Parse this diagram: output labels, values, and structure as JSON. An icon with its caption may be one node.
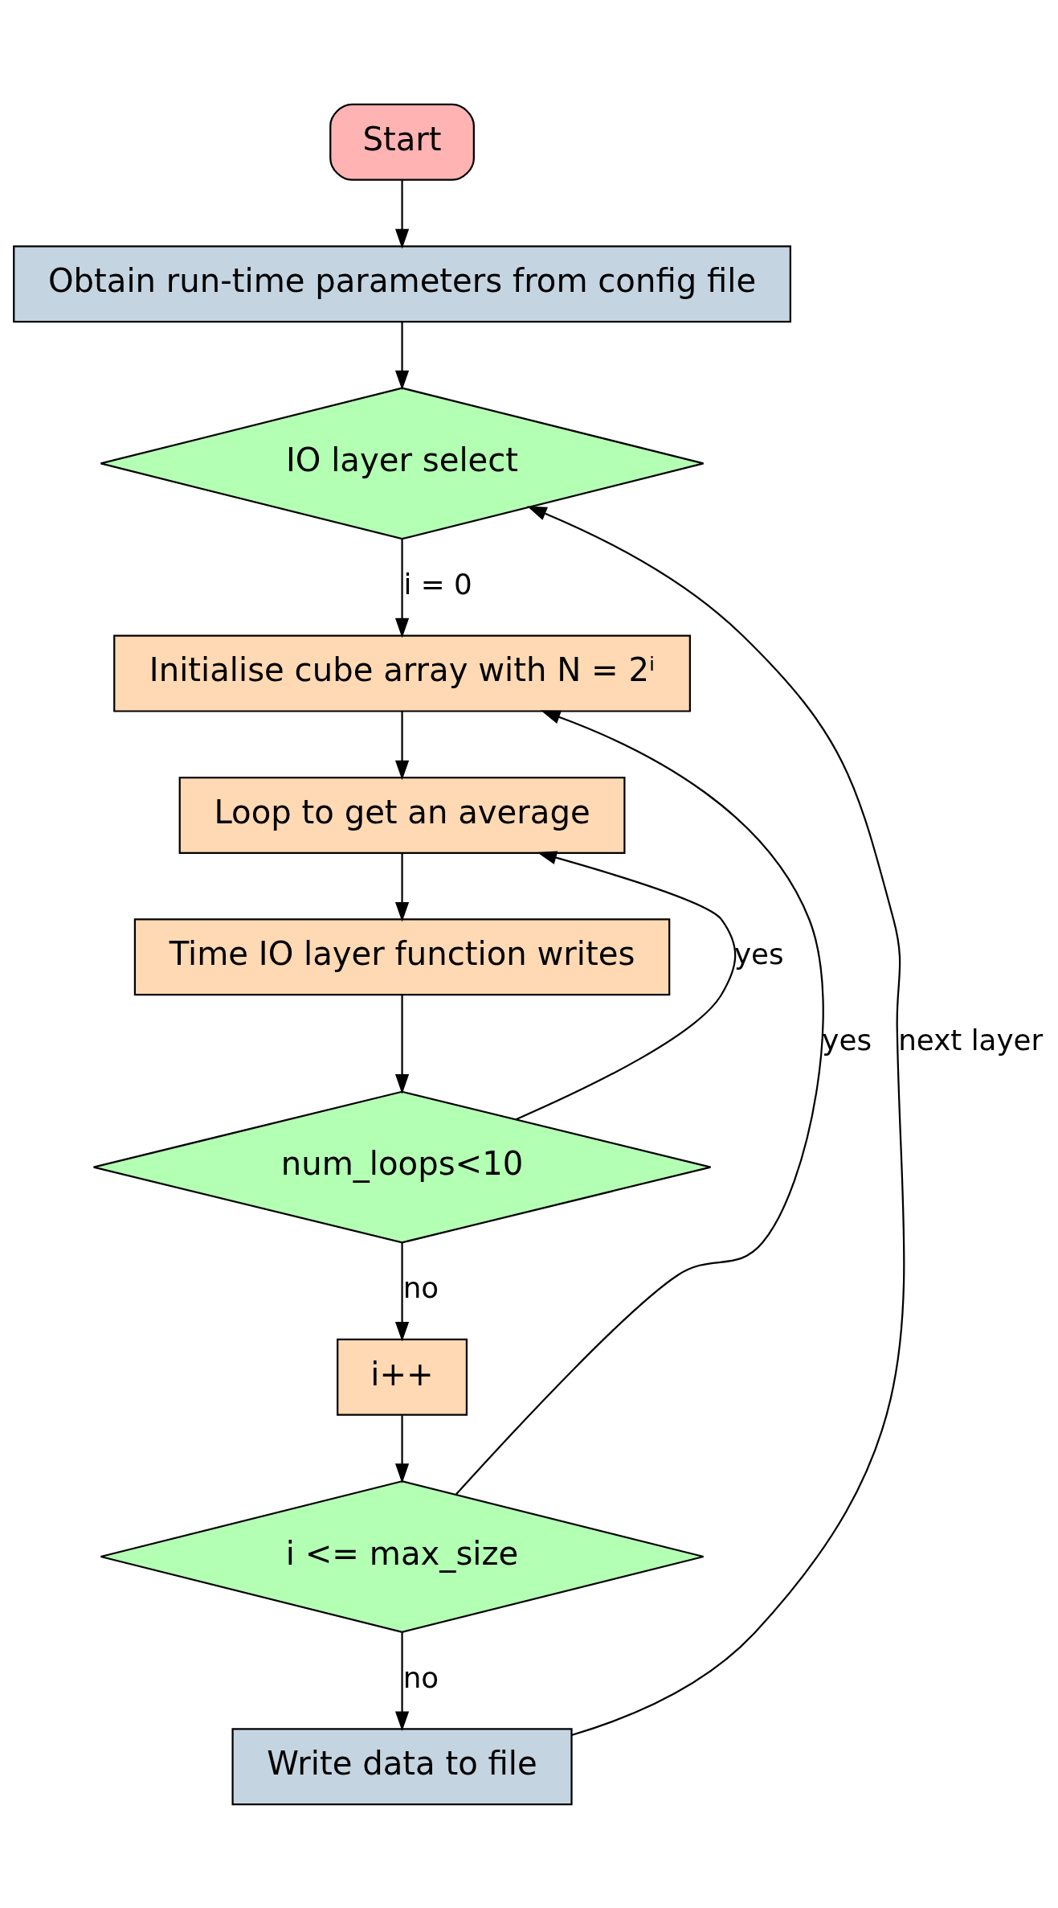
{
  "diagram": {
    "nodes": [
      {
        "text": [
          "Start"
        ]
      },
      {
        "text": [
          "Obtain run-time parameters from config file"
        ]
      },
      {
        "text": [
          "IO layer select"
        ]
      },
      {
        "text": [
          "Initialise cube array with N = 2ⁱ"
        ]
      },
      {
        "text": [
          "Loop to get an average"
        ]
      },
      {
        "text": [
          "Time IO layer function writes"
        ]
      },
      {
        "text": [
          "num_loops<10"
        ]
      },
      {
        "text": [
          "i++"
        ]
      },
      {
        "text": [
          "i <= max_size"
        ]
      },
      {
        "text": [
          "Write data to file"
        ]
      }
    ],
    "edges": [
      {
        "from": 0,
        "to": 1,
        "arrow": "to"
      },
      {
        "from": 1,
        "to": 2,
        "arrow": "to"
      },
      {
        "from": 2,
        "to": 3,
        "arrow": "to",
        "label": "i = 0"
      },
      {
        "from": 3,
        "to": 4,
        "arrow": "to"
      },
      {
        "from": 4,
        "to": 5,
        "arrow": "to"
      },
      {
        "from": 5,
        "to": 6,
        "arrow": "to"
      },
      {
        "from": 6,
        "to": 4,
        "arrow": "to",
        "label": "yes"
      },
      {
        "from": 6,
        "to": 7,
        "arrow": "to",
        "label": "no"
      },
      {
        "from": 7,
        "to": 8,
        "arrow": "to"
      },
      {
        "from": 8,
        "to": 3,
        "arrow": "to",
        "label": "yes"
      },
      {
        "from": 8,
        "to": 9,
        "arrow": "to",
        "label": "no"
      },
      {
        "from": 9,
        "to": 2,
        "arrow": "to",
        "label": "next layer"
      }
    ]
  }
}
